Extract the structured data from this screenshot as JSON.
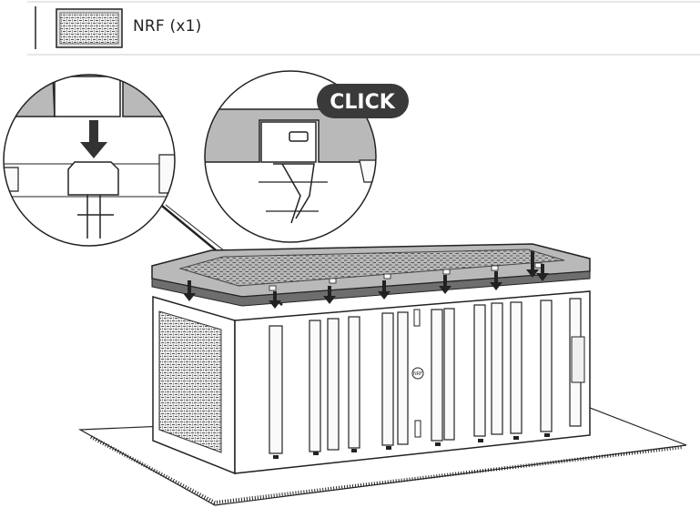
{
  "parts_header": {
    "part_label": "NRF (x1)"
  },
  "callout_right": {
    "click_label": "CLICK"
  },
  "box_front": {
    "badge_text": "NRF"
  },
  "colors": {
    "line": "#222222",
    "lid_gray": "#b9b9b9",
    "lid_dark": "#6e6e6e",
    "badge_fill": "#3a3a3a",
    "rule": "#cfcfcf"
  },
  "icons": [
    "lid-panel-icon",
    "down-arrow-icon",
    "click-badge-icon"
  ]
}
